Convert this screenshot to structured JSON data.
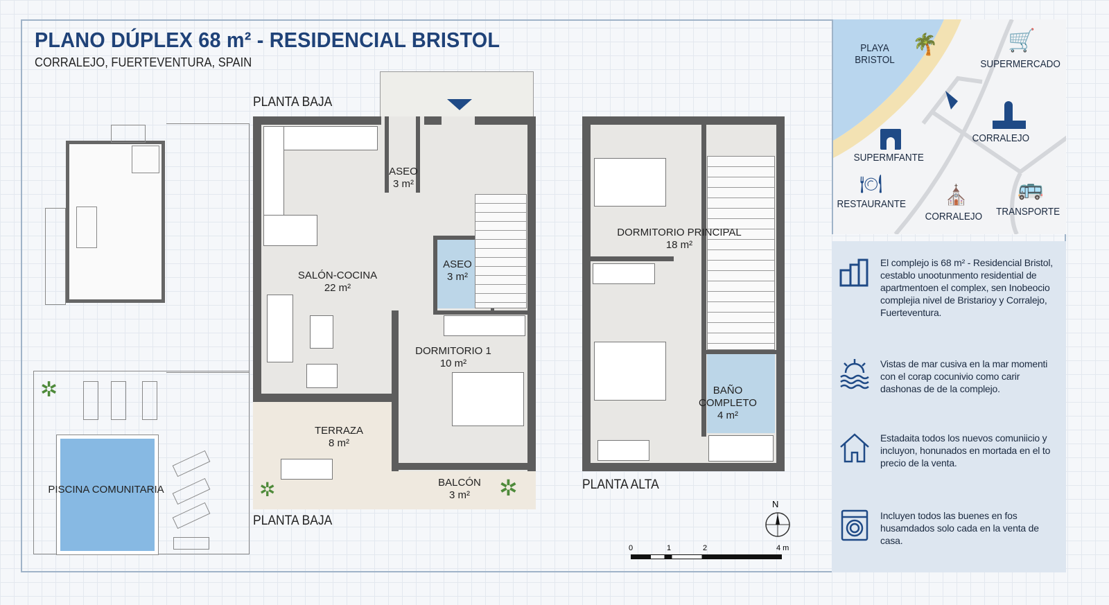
{
  "header": {
    "title": "PLANO DÚPLEX 68 m² - RESIDENCIAL BRISTOL",
    "subtitle": "CORRALEJO, FUERTEVENTURA, SPAIN"
  },
  "ground_floor": {
    "label_top": "PLANTA BAJA",
    "label_bottom": "PLANTA BAJA",
    "rooms": [
      {
        "name": "ASEO",
        "area": "3 m²"
      },
      {
        "name": "ASEO",
        "area": "3 m²"
      },
      {
        "name": "SALÓN-COCINA",
        "area": "22 m²"
      },
      {
        "name": "DORMITORIO 1",
        "area": "10 m²"
      },
      {
        "name": "TERRAZA",
        "area": "8 m²"
      },
      {
        "name": "BALCÓN",
        "area": "3 m²"
      }
    ]
  },
  "upper_floor": {
    "label": "PLANTA ALTA",
    "rooms": [
      {
        "name": "DORMITORIO PRINCIPAL",
        "area": "18 m²"
      },
      {
        "name": "BAÑO COMPLETO",
        "area": "4 m²"
      }
    ]
  },
  "pool": {
    "label": "PISCINA COMUNITARIA"
  },
  "compass": {
    "north": "N"
  },
  "scale": {
    "ticks": [
      "0",
      "1",
      "2",
      "4 m"
    ]
  },
  "map": {
    "labels": {
      "beach": "PLAYA BRISTOL",
      "supermarket": "SUPERMERCADO",
      "corralejo_1": "CORRALEJO",
      "castle": "SUPERMFANTE",
      "restaurant": "RESTAURANTE",
      "corralejo_2": "CORRALEJO",
      "transport": "TRANSPORTE"
    },
    "colors": {
      "sea": "#b9d6ee",
      "beach": "#f3e2b3",
      "icon": "#1f4a86"
    }
  },
  "info": {
    "items": [
      {
        "icon": "buildings-icon",
        "text": "El complejo is 68 m² - Residencial Bristol, cestablo unootunmento residential de apartmentoen el complex, sen Inobeocio complejia nivel de Bristarioy y Corralejo, Fuerteventura."
      },
      {
        "icon": "sea-sunset-icon",
        "text": "Vistas de mar cusiva en la mar momenti con el corap cocunivio como carir dashonas de de la complejo."
      },
      {
        "icon": "house-icon",
        "text": "Estadaita todos los nuevos comuniicio y incluyon, honunados en mortada en el to precio de la venta."
      },
      {
        "icon": "washing-machine-icon",
        "text": "Incluyen todos las buenes en fos husamdados solo cada en la venta de casa."
      }
    ]
  }
}
